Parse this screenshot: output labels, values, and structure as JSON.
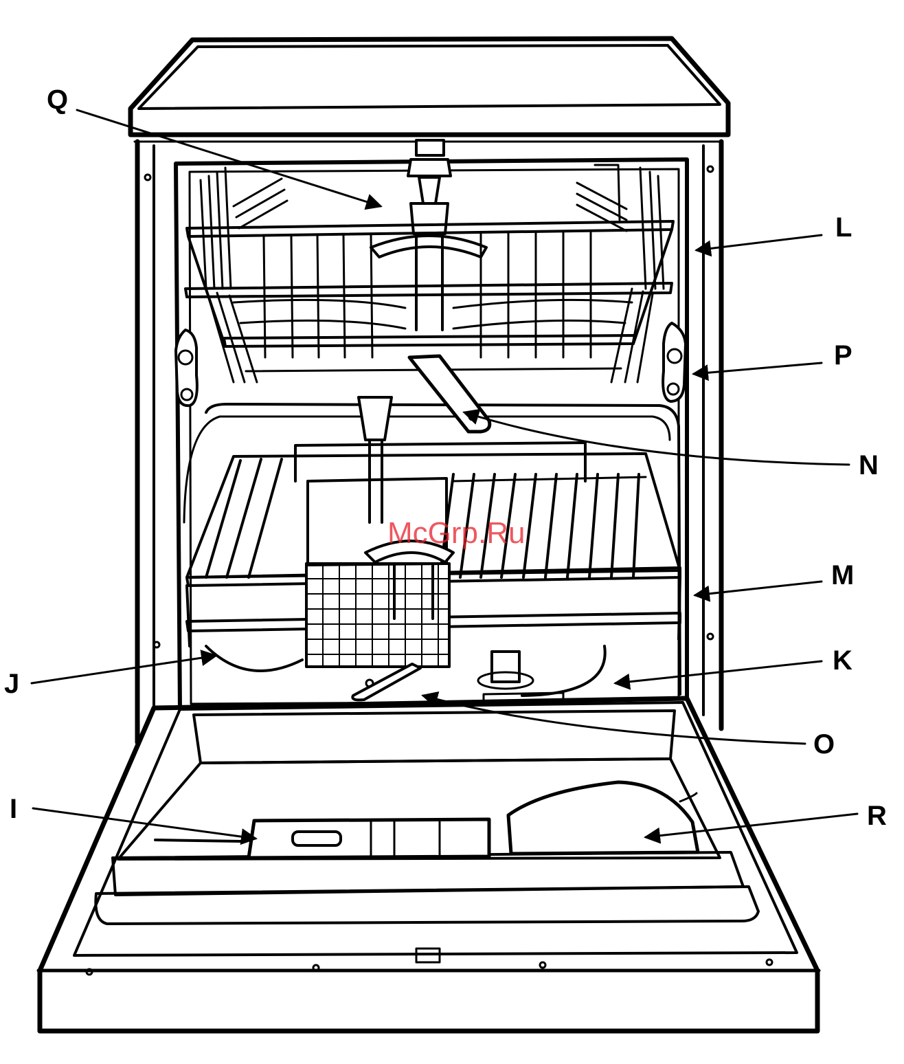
{
  "figure": {
    "labels": {
      "Q": "Q",
      "L": "L",
      "P": "P",
      "N": "N",
      "M": "M",
      "K": "K",
      "J": "J",
      "O": "O",
      "I": "I",
      "R": "R"
    },
    "watermark": "McGrp.Ru"
  },
  "colors": {
    "line": "#000000",
    "background": "#ffffff",
    "watermark": "#e8202a"
  }
}
